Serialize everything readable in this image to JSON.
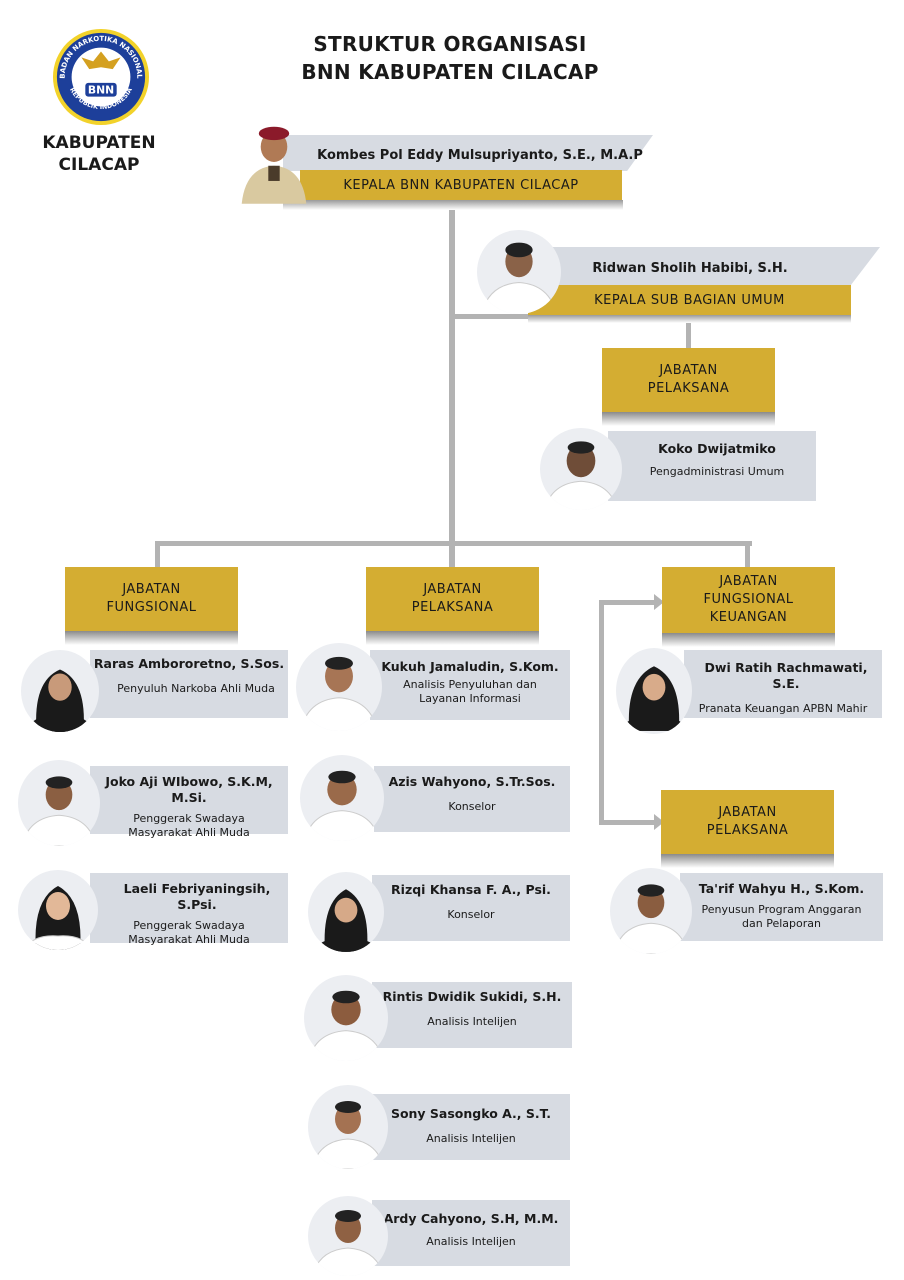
{
  "title": {
    "line1": "STRUKTUR ORGANISASI",
    "line2": "BNN KABUPATEN CILACAP"
  },
  "logo": {
    "top_text": "BADAN NARKOTIKA NASIONAL",
    "bottom_text": "REPUBLIK INDONESIA",
    "center": "BNN"
  },
  "region": {
    "line1": "KABUPATEN",
    "line2": "CILACAP"
  },
  "head": {
    "name": "Kombes Pol Eddy Mulsupriyanto, S.E., M.A.P",
    "position": "KEPALA BNN KABUPATEN CILACAP"
  },
  "subbag": {
    "name": "Ridwan Sholih Habibi, S.H.",
    "position": "KEPALA SUB BAGIAN UMUM"
  },
  "subbag_pelaksana": {
    "line1": "JABATAN",
    "line2": "PELAKSANA",
    "member": {
      "name": "Koko Dwijatmiko",
      "role": "Pengadministrasi Umum"
    }
  },
  "fungsional": {
    "line1": "JABATAN",
    "line2": "FUNGSIONAL",
    "members": [
      {
        "name": "Raras Ambororetno, S.Sos.",
        "role1": "Penyuluh Narkoba Ahli Muda",
        "role2": ""
      },
      {
        "name": "Joko Aji WIbowo, S.K.M, M.Si.",
        "role1": "Penggerak Swadaya",
        "role2": "Masyarakat Ahli Muda"
      },
      {
        "name": "Laeli Febriyaningsih, S.Psi.",
        "role1": "Penggerak Swadaya",
        "role2": "Masyarakat Ahli Muda"
      }
    ]
  },
  "pelaksana": {
    "line1": "JABATAN",
    "line2": "PELAKSANA",
    "members": [
      {
        "name": "Kukuh Jamaludin, S.Kom.",
        "role1": "Analisis Penyuluhan dan",
        "role2": "Layanan Informasi"
      },
      {
        "name": "Azis Wahyono, S.Tr.Sos.",
        "role1": "Konselor",
        "role2": ""
      },
      {
        "name": "Rizqi Khansa F. A., Psi.",
        "role1": "Konselor",
        "role2": ""
      },
      {
        "name": "Rintis Dwidik Sukidi, S.H.",
        "role1": "Analisis Intelijen",
        "role2": ""
      },
      {
        "name": "Sony Sasongko A., S.T.",
        "role1": "Analisis Intelijen",
        "role2": ""
      },
      {
        "name": "Ardy Cahyono, S.H, M.M.",
        "role1": "Analisis Intelijen",
        "role2": ""
      }
    ]
  },
  "keuangan": {
    "line1": "JABATAN",
    "line2": "FUNGSIONAL",
    "line3": "KEUANGAN",
    "member": {
      "name": "Dwi Ratih Rachmawati, S.E.",
      "role1": "Pranata Keuangan APBN Mahir",
      "role2": ""
    }
  },
  "keu_pelaksana": {
    "line1": "JABATAN",
    "line2": "PELAKSANA",
    "member": {
      "name": "Ta'rif Wahyu H., S.Kom.",
      "role1": "Penyusun Program Anggaran",
      "role2": "dan Pelaporan"
    }
  },
  "colors": {
    "gold": "#d4ad32",
    "card": "#d7dbe2",
    "line": "#b3b3b3",
    "logo_blue": "#1d3f9a"
  }
}
